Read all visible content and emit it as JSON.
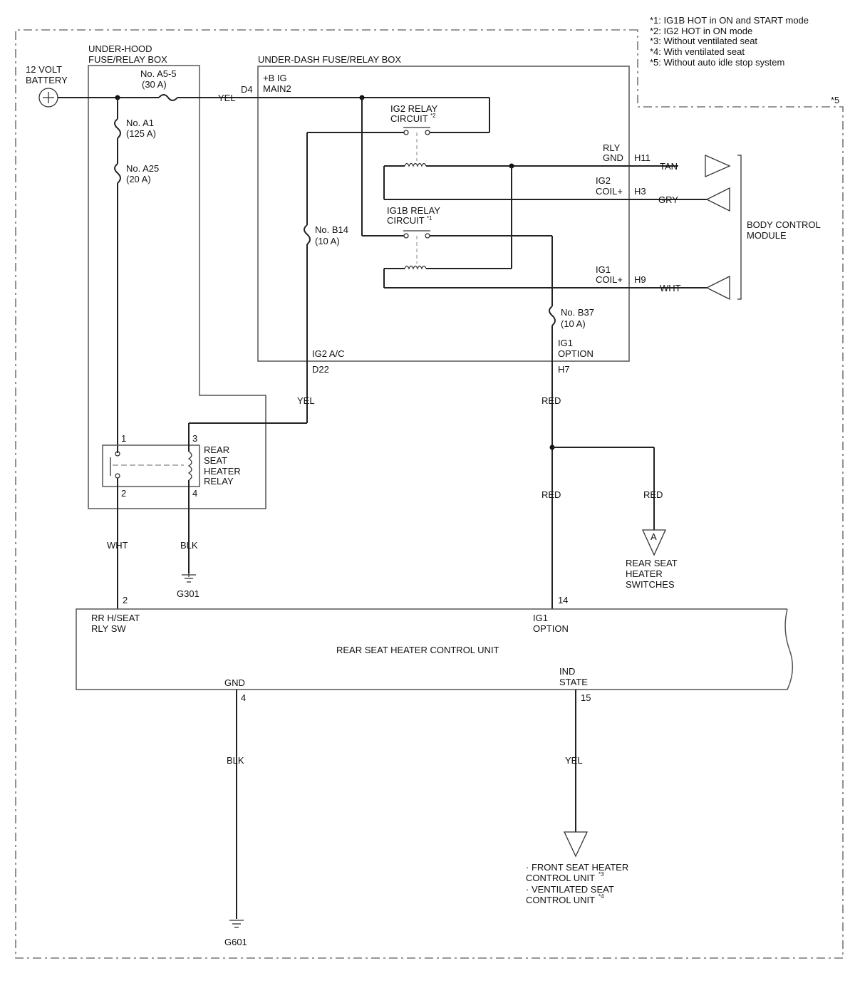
{
  "notes": [
    "*1: IG1B HOT in ON and START mode",
    "*2: IG2 HOT in ON mode",
    "*3: Without ventilated seat",
    "*4: With ventilated seat",
    "*5: Without auto idle stop system"
  ],
  "note_ref": "*5",
  "battery": {
    "line1": "12 VOLT",
    "line2": "BATTERY"
  },
  "underhood": {
    "line1": "UNDER-HOOD",
    "line2": "FUSE/RELAY BOX",
    "fuse_a55": {
      "name": "No. A5-5",
      "rating": "(30 A)"
    },
    "fuse_a1": {
      "name": "No. A1",
      "rating": "(125 A)"
    },
    "fuse_a25": {
      "name": "No. A25",
      "rating": "(20 A)"
    }
  },
  "underdash": {
    "title": "UNDER-DASH FUSE/RELAY BOX",
    "input_pin": "D4",
    "input_name1": "+B IG",
    "input_name2": "MAIN2",
    "ig2_relay": {
      "line1": "IG2 RELAY",
      "line2": "CIRCUIT",
      "ref": "*2"
    },
    "ig1b_relay": {
      "line1": "IG1B RELAY",
      "line2": "CIRCUIT",
      "ref": "*1"
    },
    "fuse_b14": {
      "name": "No. B14",
      "rating": "(10 A)"
    },
    "fuse_b37": {
      "name": "No. B37",
      "rating": "(10 A)"
    },
    "out_ig2_name": "IG2 A/C",
    "out_ig2_pin": "D22",
    "out_ig1_name1": "IG1",
    "out_ig1_name2": "OPTION",
    "out_ig1_pin": "H7"
  },
  "bcm": {
    "line1": "BODY CONTROL",
    "line2": "MODULE",
    "rly_gnd": {
      "name1": "RLY",
      "name2": "GND",
      "pin": "H11",
      "wire": "TAN"
    },
    "ig2_coil": {
      "name1": "IG2",
      "name2": "COIL+",
      "pin": "H3",
      "wire": "GRY"
    },
    "ig1_coil": {
      "name1": "IG1",
      "name2": "COIL+",
      "pin": "H9",
      "wire": "WHT"
    }
  },
  "wires": {
    "yel_top": "YEL",
    "yel_mid": "YEL",
    "red_1": "RED",
    "red_2": "RED",
    "red_3": "RED",
    "wht": "WHT",
    "blk_relay": "BLK",
    "blk_gnd": "BLK",
    "yel_bottom": "YEL"
  },
  "relay": {
    "line1": "REAR",
    "line2": "SEAT",
    "line3": "HEATER",
    "line4": "RELAY",
    "pin1": "1",
    "pin2": "2",
    "pin3": "3",
    "pin4": "4"
  },
  "grounds": {
    "g301": "G301",
    "g601": "G601"
  },
  "connector_a": {
    "label": "A",
    "line1": "REAR SEAT",
    "line2": "HEATER",
    "line3": "SWITCHES"
  },
  "control_unit": {
    "title": "REAR SEAT HEATER CONTROL UNIT",
    "rr_pin": "2",
    "rr_name1": "RR H/SEAT",
    "rr_name2": "RLY SW",
    "ig1_pin": "14",
    "ig1_name1": "IG1",
    "ig1_name2": "OPTION",
    "gnd_name": "GND",
    "gnd_pin": "4",
    "ind_name1": "IND",
    "ind_name2": "STATE",
    "ind_pin": "15"
  },
  "front_dest": {
    "line1": "· FRONT SEAT HEATER",
    "line2": "CONTROL UNIT",
    "ref2": "*3",
    "line3": "· VENTILATED SEAT",
    "line4": "CONTROL UNIT",
    "ref4": "*4"
  }
}
